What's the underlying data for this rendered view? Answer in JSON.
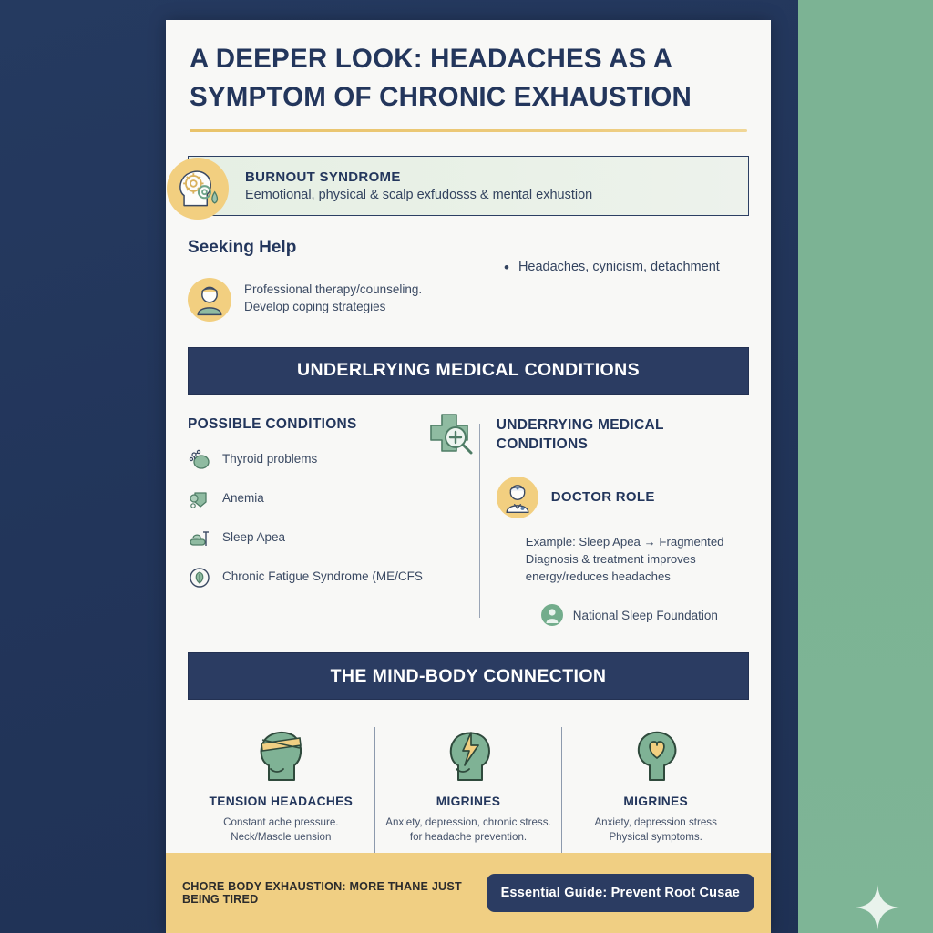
{
  "poster": {
    "title_lines": [
      "A DEEPER LOOK: HEADACHES AS A",
      "SYMPTOM OF CHRONIC EXHAUSTION"
    ],
    "burnout": {
      "icon": "head-with-gears-icon",
      "title": "BURNOUT SYNDROME",
      "subtitle": "Eemotional, physical & scalp exfudosss & mental exhustion"
    },
    "seeking_help": {
      "heading": "Seeking Help",
      "avatar_icon": "person-avatar-icon",
      "lines": [
        "Professional therapy/counseling.",
        "Develop coping strategies"
      ],
      "bullets": [
        "Headaches, cynicism, detachment"
      ]
    },
    "medical_section": {
      "banner": "UNDERLRYING MEDICAL CONDITIONS",
      "possible_conditions_title": "POSSIBLE CONDITIONS",
      "magnifier_icon": "medical-cross-magnifier-icon",
      "conditions": [
        {
          "icon": "thyroid-icon",
          "label": "Thyroid problems"
        },
        {
          "icon": "blood-cells-icon",
          "label": "Anemia"
        },
        {
          "icon": "sleep-apnea-icon",
          "label": "Sleep Apea"
        },
        {
          "icon": "fatigue-circle-icon",
          "label": "Chronic Fatigue Syndrome (ME/CFS"
        }
      ],
      "right_heading_lines": [
        "UNDERRYING MEDICAL",
        "CONDITIONS"
      ],
      "doctor": {
        "icon": "doctor-avatar-icon",
        "label": "DOCTOR ROLE",
        "description_lines": [
          "Example: Sleep Apea → Fragmented",
          "Diagnosis & treatment improves",
          "energy/reduces headaches"
        ]
      },
      "source": {
        "icon": "organization-badge-icon",
        "label": "National Sleep Foundation"
      }
    },
    "mindbody_section": {
      "banner": "THE MIND-BODY CONNECTION",
      "cards": [
        {
          "icon": "head-bandage-icon",
          "title": "TENSION HEADACHES",
          "desc_lines": [
            "Constant ache pressure.",
            "Neck/Mascle uension"
          ]
        },
        {
          "icon": "head-lightning-icon",
          "title": "MIGRINES",
          "desc_lines": [
            "Anxiety, depression, chronic stress.",
            "for headache prevention."
          ]
        },
        {
          "icon": "head-heart-icon",
          "title": "MIGRINES",
          "desc_lines": [
            "Anxiety, depression stress",
            "Physical symptoms."
          ]
        }
      ]
    },
    "footer": {
      "text": "CHORE BODY EXHAUSTION: MORE THANE JUST BEING TIRED",
      "cta_label": "Essential Guide: Prevent Root Cusae"
    }
  },
  "decor": {
    "sparkle_icon": "four-point-sparkle-icon"
  },
  "colors": {
    "navy": "#24365c",
    "banner_navy": "#2b3c62",
    "gold": "#f0cf83",
    "green_panel": "#7cb394",
    "icon_green": "#79ab8c",
    "paper": "#f8f8f6"
  }
}
